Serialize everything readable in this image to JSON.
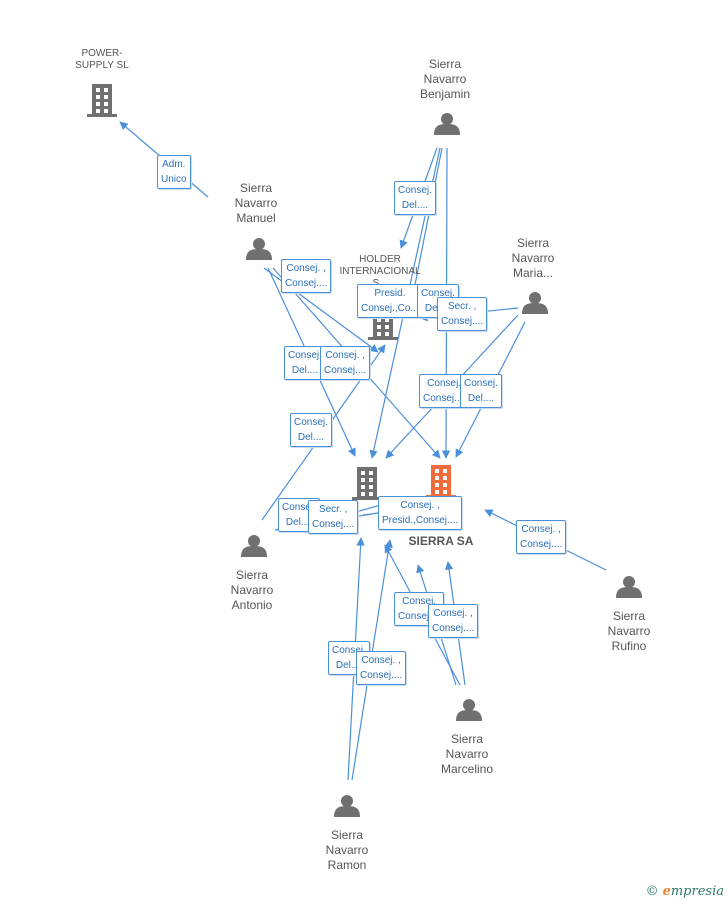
{
  "nodes": [
    {
      "id": "power",
      "type": "company",
      "label": "POWER-\nSUPPLY SL",
      "color": "#707070"
    },
    {
      "id": "holder",
      "type": "company",
      "label": "HOLDER\nINTERNACIONAL\nS...",
      "color": "#707070"
    },
    {
      "id": "inv",
      "type": "company",
      "label": "...",
      "color": "#707070"
    },
    {
      "id": "main",
      "type": "company-main",
      "label": "...S\nSIERRA SA",
      "color": "#f26b3a"
    },
    {
      "id": "benjamin",
      "type": "person",
      "label": "Sierra\nNavarro\nBenjamin",
      "color": "#707070"
    },
    {
      "id": "manuel",
      "type": "person",
      "label": "Sierra\nNavarro\nManuel",
      "color": "#707070"
    },
    {
      "id": "maria",
      "type": "person",
      "label": "Sierra\nNavarro\nMaria...",
      "color": "#707070"
    },
    {
      "id": "antonio",
      "type": "person",
      "label": "Sierra\nNavarro\nAntonio",
      "color": "#707070"
    },
    {
      "id": "rufino",
      "type": "person",
      "label": "Sierra\nNavarro\nRufino",
      "color": "#707070"
    },
    {
      "id": "marcelino",
      "type": "person",
      "label": "Sierra\nNavarro\nMarcelino",
      "color": "#707070"
    },
    {
      "id": "ramon",
      "type": "person",
      "label": "Sierra\nNavarro\nRamon",
      "color": "#707070"
    }
  ],
  "edge_labels": [
    "Adm.\nUnico",
    "Consej.\nDel....",
    "Consej. ,\nConsej....",
    "Presid.\nConsej.,Co...",
    "Consej.\nDel....",
    "Secr. ,\nConsej....",
    "Consej.\nDel....",
    "Consej. ,\nConsej....",
    "Consej.\nDel....",
    "Consej.\nConsej....",
    "Consej.\nDel....",
    "Consej.\nDel....",
    "Secr. ,\nConsej....",
    "Consej. ,\nPresid.,Consej....",
    "Consej. ,\nConsej....",
    "Consej.\nConsej....",
    "Consej. ,\nConsej....",
    "Consej.\nDel....",
    "Consej. ,\nConsej...."
  ],
  "colors": {
    "edge": "#4a90d9",
    "person": "#707070",
    "company": "#707070",
    "main": "#f26b3a"
  },
  "footer": {
    "copyright": "©",
    "brand_e": "e",
    "brand_rest": "mpresia"
  }
}
